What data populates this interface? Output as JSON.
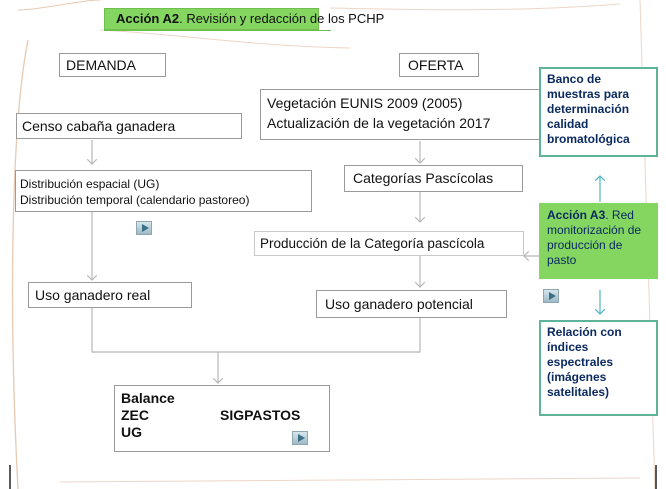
{
  "title": {
    "prefix": "Acción A2",
    "rest": ". Revisión y redacción de los PCHP"
  },
  "left": {
    "header": "DEMANDA",
    "census": "Censo cabaña ganadera",
    "distribution_line1": "Distribución espacial (UG)",
    "distribution_line2": "Distribución temporal (calendario pastoreo)",
    "real_use": "Uso ganadero real"
  },
  "right": {
    "header": "OFERTA",
    "vegetation_line1": "Vegetación EUNIS 2009 (2005)",
    "vegetation_line2": "Actualización de la vegetación 2017",
    "categories": "Categorías Pascícolas",
    "production": "Producción de la Categoría pascícola",
    "potential_use": "Uso ganadero potencial"
  },
  "balance": {
    "line1": "Balance",
    "line2_left": "ZEC",
    "line2_right": "SIGPASTOS",
    "line3": "UG"
  },
  "side": {
    "bank": "Banco de muestras para determinación calidad bromatológica",
    "action_a3_prefix": "Acción A3",
    "action_a3_rest": ". Red monitorización de producción de pasto",
    "relation": "Relación con índices espectrales (imágenes satelitales)"
  },
  "colors": {
    "title_fill": "#84d660",
    "green_border": "#5fb399",
    "side_text": "#0b2a60",
    "connector": "#b8b8b8",
    "a3_fill": "#84d660"
  },
  "icons": [
    "play-button-icon",
    "play-button-icon",
    "play-button-icon"
  ]
}
